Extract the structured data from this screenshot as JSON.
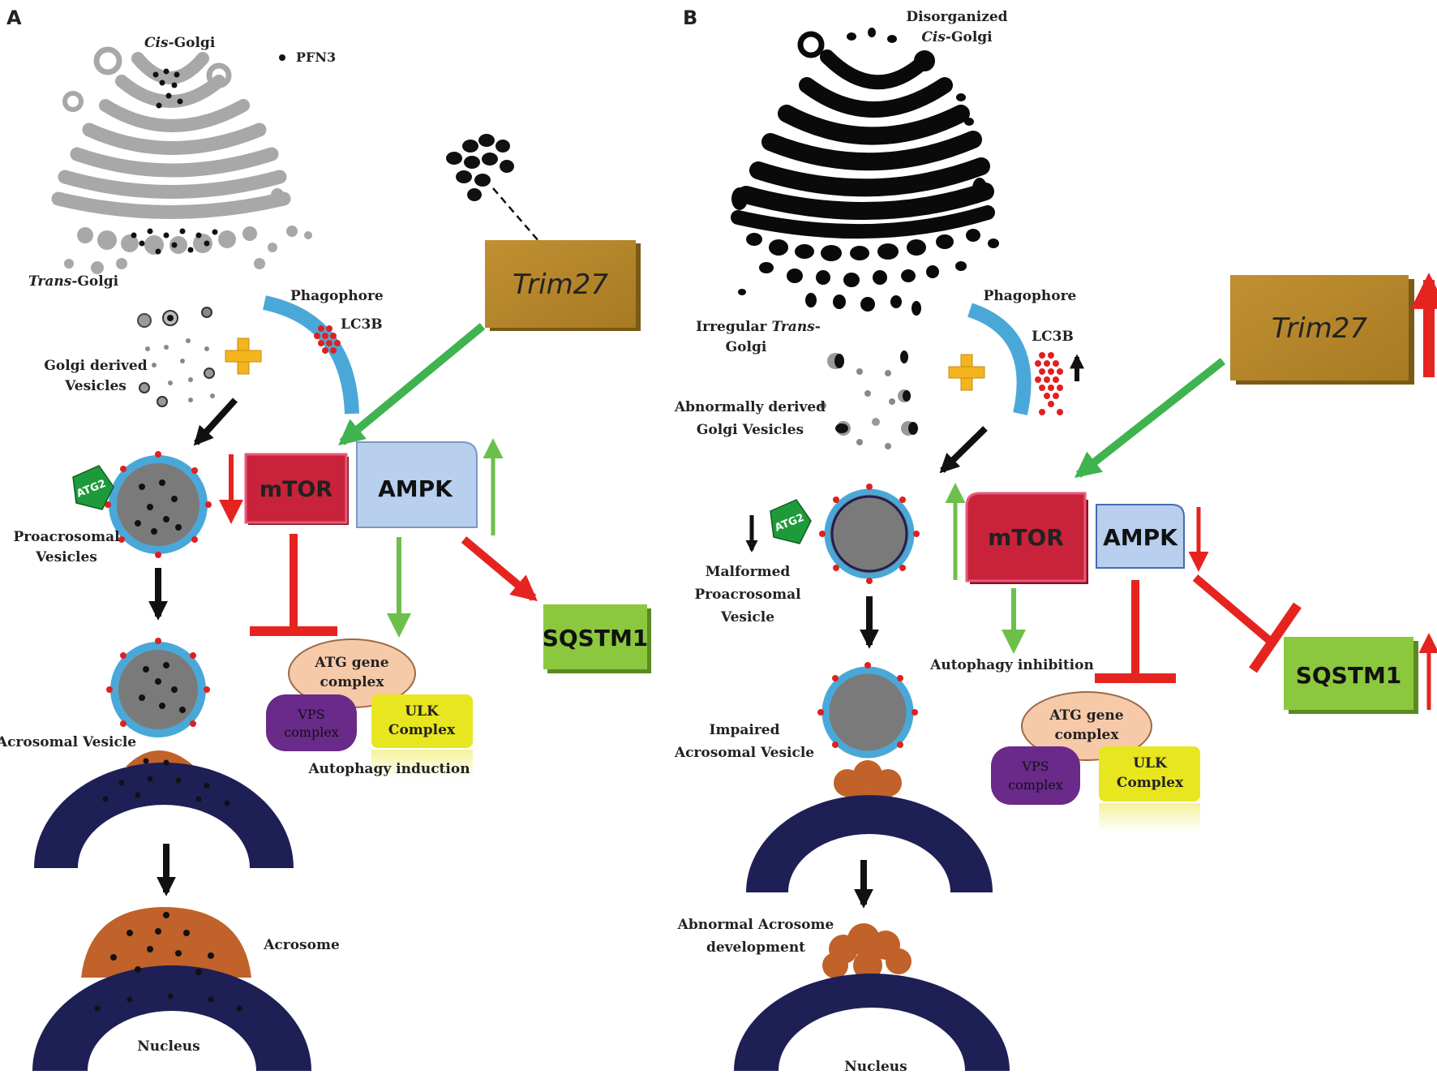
{
  "colors": {
    "golgi_normal": "#a8a8a8",
    "golgi_abnormal": "#0a0a0a",
    "trim27_box": "#b8862b",
    "mtor_box": "#c8233a",
    "ampk_box": "#b8cfee",
    "sqstm1_box": "#8cc83e",
    "atg_ellipse": "#f6c9a8",
    "vps_box": "#6a2a8a",
    "ulk_box": "#e8e61e",
    "phagophore": "#4aa8d8",
    "lc3b_dots": "#e02020",
    "vesicle_core": "#7a7a7a",
    "vesicle_rim": "#4aa8d8",
    "acrosome": "#c0622a",
    "nucleus": "#1e1f55",
    "inhibit_red": "#e52420",
    "activate_green": "#3fb34f",
    "plus_orange": "#f4b41e",
    "atg2_green": "#1e9a3a"
  },
  "panel_a": {
    "letter": "A",
    "cis_golgi_em": "Cis",
    "cis_golgi_rest": "-Golgi",
    "pfn3_label": "PFN3",
    "trans_golgi_em": "Trans",
    "trans_golgi_rest": "-Golgi",
    "phagophore_label": "Phagophore",
    "lc3b_label": "LC3B",
    "golgi_vesicles_line1": "Golgi derived",
    "golgi_vesicles_line2": "Vesicles",
    "atg2_label": "ATG2",
    "proacrosomal_line1": "Proacrosomal",
    "proacrosomal_line2": "Vesicles",
    "acrosomal_vesicle_label": "Acrosomal Vesicle",
    "acrosome_label": "Acrosome",
    "nucleus_label": "Nucleus",
    "trim27_label": "Trim27",
    "mtor_label": "mTOR",
    "ampk_label": "AMPK",
    "sqstm1_label": "SQSTM1",
    "atg_line1": "ATG gene",
    "atg_line2": "complex",
    "vps_line1": "VPS",
    "vps_line2": "complex",
    "ulk_line1": "ULK",
    "ulk_line2": "Complex",
    "autophagy_label": "Autophagy induction"
  },
  "panel_b": {
    "letter": "B",
    "cis_golgi_line1": "Disorganized",
    "cis_golgi_em": "Cis",
    "cis_golgi_rest": "-Golgi",
    "trans_golgi_pre": "Irregular ",
    "trans_golgi_em": "Trans",
    "trans_golgi_rest": "-",
    "trans_golgi_line2": "Golgi",
    "phagophore_label": "Phagophore",
    "lc3b_label": "LC3B",
    "golgi_vesicles_line1": "Abnormally derived",
    "golgi_vesicles_line2": "Golgi Vesicles",
    "atg2_label": "ATG2",
    "proacrosomal_line1": "Malformed",
    "proacrosomal_line2": "Proacrosomal",
    "proacrosomal_line3": "Vesicle",
    "acrosomal_vesicle_line1": "Impaired",
    "acrosomal_vesicle_line2": "Acrosomal Vesicle",
    "acrosome_line1": "Abnormal Acrosome",
    "acrosome_line2": "development",
    "nucleus_label": "Nucleus",
    "trim27_label": "Trim27",
    "mtor_label": "mTOR",
    "ampk_label": "AMPK",
    "sqstm1_label": "SQSTM1",
    "atg_line1": "ATG gene",
    "atg_line2": "complex",
    "vps_line1": "VPS",
    "vps_line2": "complex",
    "ulk_line1": "ULK",
    "ulk_line2": "Complex",
    "autophagy_label": "Autophagy inhibition"
  }
}
